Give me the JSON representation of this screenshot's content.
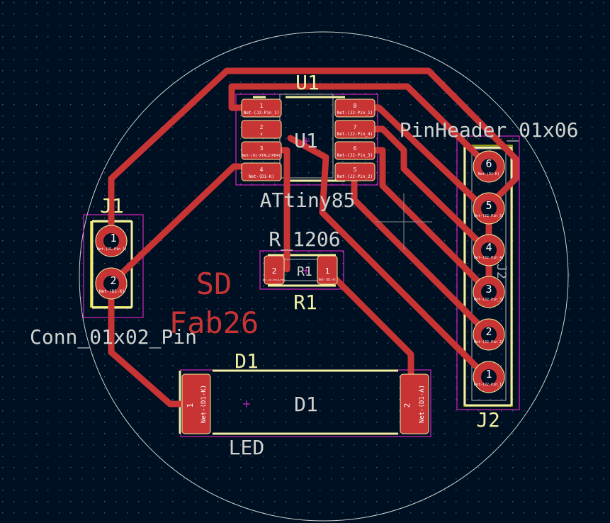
{
  "colors": {
    "background": "#001023",
    "grid": "#4a5a6e",
    "copper": "#c83434",
    "courtyard": "#c2c200",
    "silk": "#f2eda1",
    "fab": "#afafaf",
    "edge": "#d0d2cd",
    "outline": "#ff26e2"
  },
  "silkscreen": {
    "sd_text": "SD",
    "fab_text": "Fab26",
    "u1_ref_top": "U1",
    "u1_ref": "U1",
    "u1_value": "ATtiny85",
    "r1_value": "R_1206",
    "r1_ref": "R1",
    "r1_fab_ref": "R1",
    "j1_ref": "J1",
    "j1_value": "Conn_01x02_Pin",
    "j2_ref": "J2",
    "j2_value": "PinHeader_01x06",
    "j2_fab_ref": "J2",
    "d1_ref_top": "D1",
    "d1_ref": "D1",
    "d1_value": "LED"
  },
  "u1_pads": [
    {
      "num": "1",
      "net": "Net-(J2-Pin_1)"
    },
    {
      "num": "2",
      "net": "x"
    },
    {
      "num": "3",
      "net": "Net-(U1-XTAL2/PB4)"
    },
    {
      "num": "4",
      "net": "Net-(D1-K)"
    },
    {
      "num": "8",
      "net": "Net-(J2-Pin_1)"
    },
    {
      "num": "7",
      "net": "Net-(J2-Pin_4)"
    },
    {
      "num": "6",
      "net": "Net-(J2-Pin_3)"
    },
    {
      "num": "5",
      "net": "Net-(J2-Pin_2)"
    }
  ],
  "j1_pads": [
    {
      "num": "1",
      "net": "Net-(J1-Pin_1)"
    },
    {
      "num": "2",
      "net": "Net-(D1-K)"
    }
  ],
  "j2_pads": [
    {
      "num": "6",
      "net": "Net-(D1-K)"
    },
    {
      "num": "5",
      "net": "Net-(J2-Pin_5)"
    },
    {
      "num": "4",
      "net": "Net-(J2-Pin_4)"
    },
    {
      "num": "3",
      "net": "Net-(J2-Pin_3)"
    },
    {
      "num": "2",
      "net": "Net-(J2-Pin_2)"
    },
    {
      "num": "1",
      "net": "Net-(J2-Pin_1)"
    }
  ],
  "r1_pads": [
    {
      "num": "2",
      "net": "Net-(U1-XTAL2/PB4)"
    },
    {
      "num": "1",
      "net": "Net-(D1-A)"
    }
  ],
  "d1_pads": [
    {
      "num": "1",
      "net": "Net-(D1-K)"
    },
    {
      "num": "2",
      "net": "Net-(D1-A)"
    }
  ]
}
